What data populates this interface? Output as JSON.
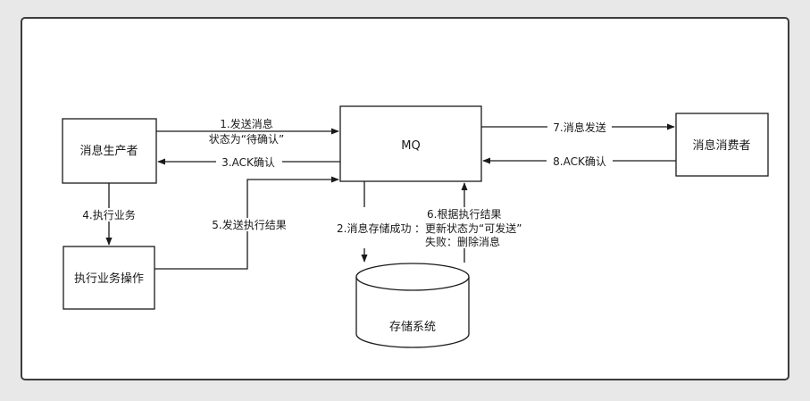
{
  "diagram": {
    "nodes": {
      "producer": "消息生产者",
      "mq": "MQ",
      "consumer": "消息消费者",
      "business_op": "执行业务操作",
      "storage": "存储系统"
    },
    "edges": {
      "send_msg_line1": "1.发送消息",
      "send_msg_line2": "状态为“待确认”",
      "ack_confirm_3": "3.ACK确认",
      "execute_business": "4.执行业务",
      "send_result": "5.发送执行结果",
      "store_success": "2.消息存储成功",
      "update_by_result_line1": "6.根据执行结果",
      "update_by_result_line2": "：更新状态为“可发送”",
      "update_by_result_line3": "失败：删除消息",
      "deliver_msg": "7.消息发送",
      "ack_confirm_8": "8.ACK确认"
    }
  }
}
